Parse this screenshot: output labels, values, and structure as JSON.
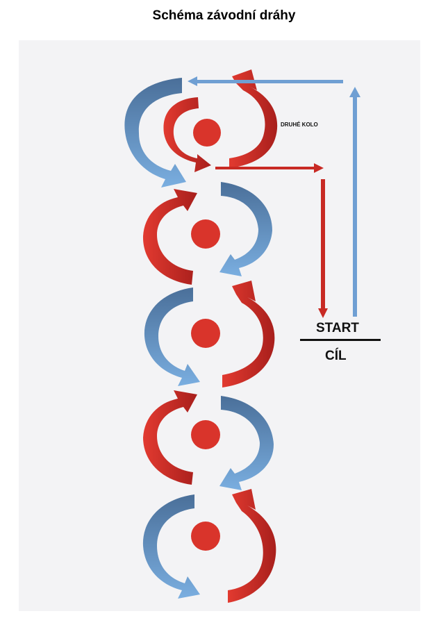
{
  "title": "Schéma závodní dráhy",
  "labels": {
    "second_lap": "DRUHÉ KOLO",
    "start": "START",
    "finish": "CÍL"
  },
  "colors": {
    "red": "#d3312a",
    "red_dark": "#a81f1c",
    "blue": "#6a9bd0",
    "blue_dark": "#4a6f99",
    "panel": "#f3f3f5"
  },
  "icons": [
    "circular-arrow-icon",
    "red-dot-icon",
    "straight-arrow-icon"
  ]
}
